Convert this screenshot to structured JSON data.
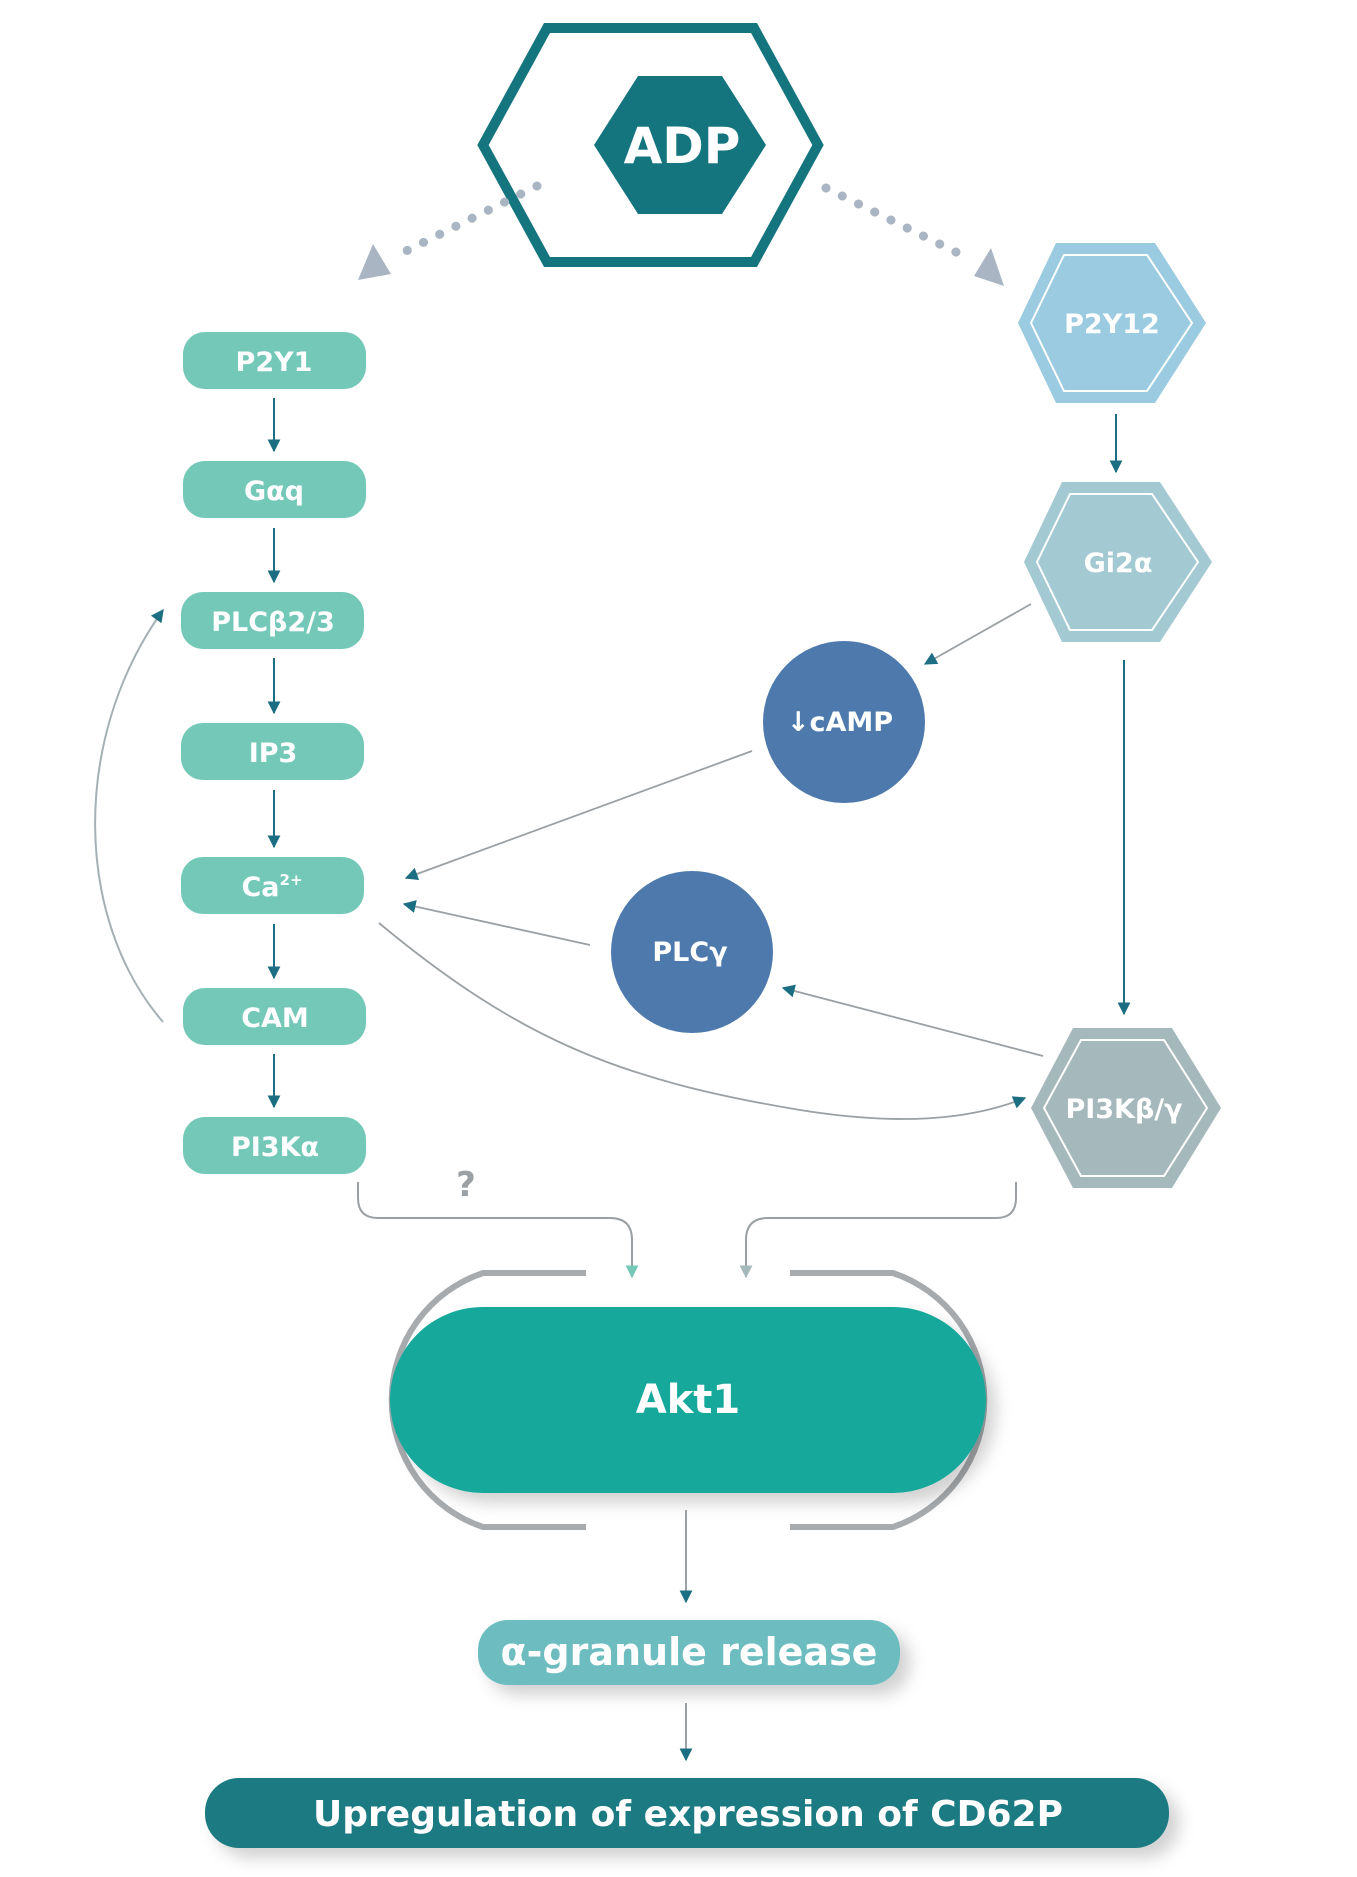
{
  "nodes": {
    "adp": "ADP",
    "p2y1": "P2Y1",
    "gaq": "Gαq",
    "plcb": "PLCβ2/3",
    "ip3": "IP3",
    "ca": "Ca",
    "ca_sup": "2+",
    "cam": "CAM",
    "pi3ka": "PI3Kα",
    "p2y12": "P2Y12",
    "gi2a": "Gi2α",
    "camp": "↓cAMP",
    "plcg": "PLCγ",
    "pi3kbg": "PI3Kβ/γ",
    "akt1": "Akt1",
    "granule": "α-granule release",
    "cd62p": "Upregulation of expression of CD62P"
  },
  "annotations": {
    "question": "?"
  },
  "colors": {
    "teal_dark": "#15757f",
    "teal_light": "#74c8b8",
    "akt_teal": "#14a89b",
    "granule_teal": "#6dbcbf",
    "cd62p_teal": "#1a7a82",
    "p2y12_blue": "#9acbe0",
    "gi2a_blue": "#a3c9d2",
    "pi3k_gray": "#a5b8bc",
    "circle_blue": "#4d79ac",
    "arrow_teal": "#1c6e82",
    "line_gray": "#9aa0a3"
  }
}
